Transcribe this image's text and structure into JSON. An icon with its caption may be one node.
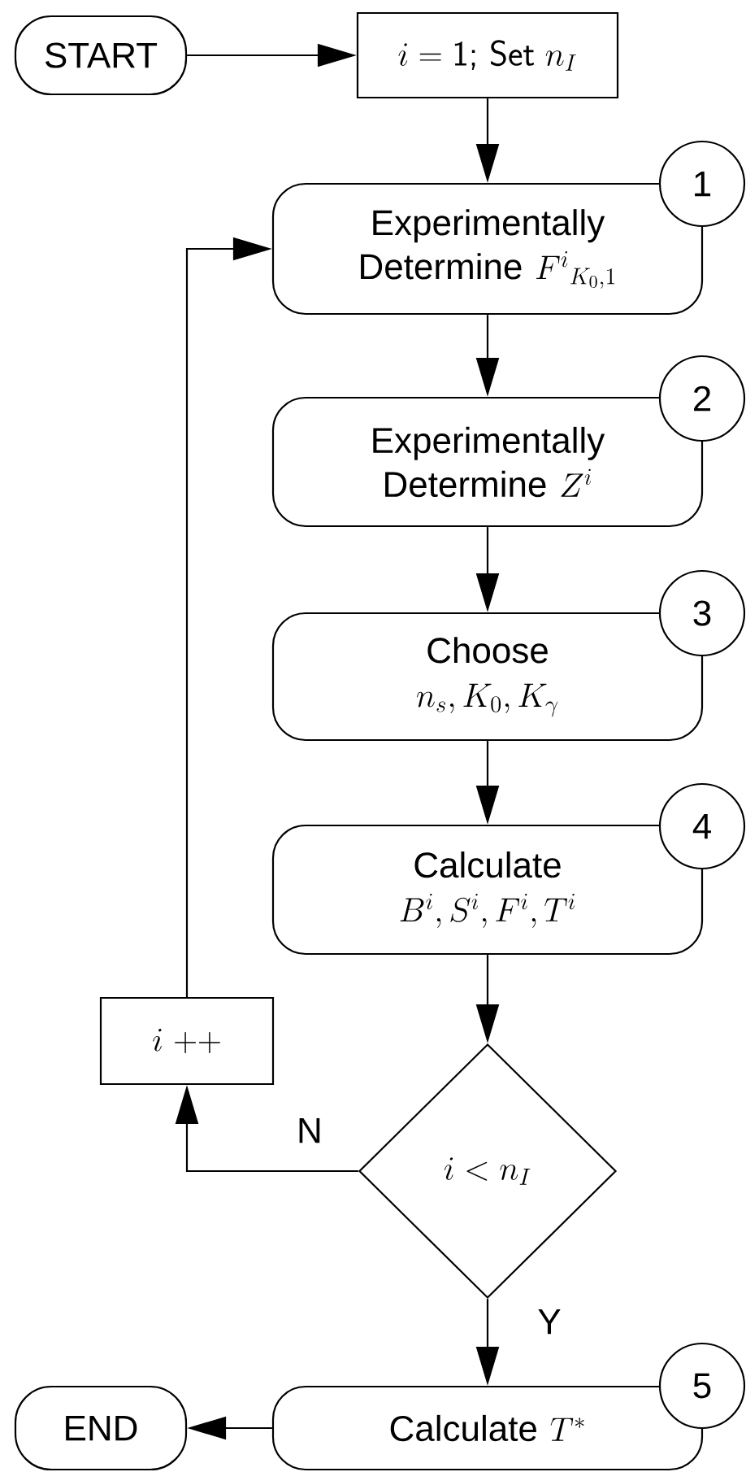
{
  "diagram": {
    "nodes": [
      {
        "text": [
          "START"
        ]
      },
      {
        "text": [
          "i = \\textsf{1; Set}\\ n_{I}"
        ]
      },
      {
        "text": [
          "Experimentally Determine",
          "F^{i}{}_{K_{0},1}"
        ]
      },
      {
        "text": [
          "1"
        ]
      },
      {
        "text": [
          "Experimentally Determine",
          "Z^{i}"
        ]
      },
      {
        "text": [
          "2"
        ]
      },
      {
        "text": [
          "Choose",
          "n_{s}, K_{0}, K_{\\gamma}"
        ]
      },
      {
        "text": [
          "3"
        ]
      },
      {
        "text": [
          "Calculate",
          "B^{i}, S^{i}, F^{i}, T^{i}"
        ]
      },
      {
        "text": [
          "4"
        ]
      },
      {
        "text": [
          "i\\ {+}{+}"
        ]
      },
      {
        "text": [
          "i < n_{I}"
        ]
      },
      {
        "text": [
          "Calculate",
          "T^{*}"
        ]
      },
      {
        "text": [
          "5"
        ]
      },
      {
        "text": [
          "END"
        ]
      }
    ],
    "edges": [
      {
        "from": 0,
        "to": 1,
        "arrow": "to"
      },
      {
        "from": 1,
        "to": 2,
        "arrow": "to"
      },
      {
        "from": 2,
        "to": 4,
        "arrow": "to"
      },
      {
        "from": 4,
        "to": 6,
        "arrow": "to"
      },
      {
        "from": 6,
        "to": 8,
        "arrow": "to"
      },
      {
        "from": 8,
        "to": 11,
        "arrow": "to"
      },
      {
        "from": 11,
        "to": 10,
        "arrow": "to",
        "label": "N"
      },
      {
        "from": 10,
        "to": 2,
        "arrow": "to"
      },
      {
        "from": 11,
        "to": 12,
        "arrow": "to",
        "label": "Y"
      },
      {
        "from": 12,
        "to": 14,
        "arrow": "to"
      }
    ]
  }
}
